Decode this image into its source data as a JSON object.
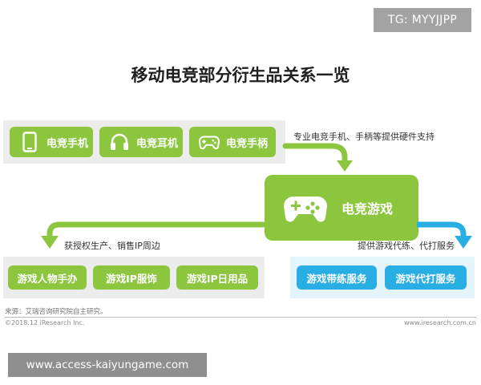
{
  "badge": {
    "text": "TG: MYYJJPP"
  },
  "title": "移动电竞部分衍生品关系一览",
  "hardware": {
    "items": [
      {
        "label": "电竞手机",
        "icon": "phone-icon"
      },
      {
        "label": "电竞耳机",
        "icon": "headphones-icon"
      },
      {
        "label": "电竞手柄",
        "icon": "gamepad-icon"
      }
    ],
    "note": "专业电竞手机、手柄等提供硬件支持"
  },
  "core": {
    "label": "电竞游戏",
    "icon": "controller-icon"
  },
  "licensing": {
    "note": "获授权生产、销售IP周边",
    "items": [
      "游戏人物手办",
      "游戏IP服饰",
      "游戏IP日用品"
    ]
  },
  "services": {
    "note": "提供游戏代练、代打服务",
    "items": [
      "游戏带练服务",
      "游戏代打服务"
    ]
  },
  "footer": {
    "source": "来源：艾瑞咨询研究院自主研究。",
    "copyright": "©2018.12 iResearch Inc.",
    "site": "www.iresearch.com.cn"
  },
  "watermark": {
    "text": "www.access-kaiyungame.com"
  },
  "colors": {
    "green": "#8cc63f",
    "blue": "#29aee4",
    "strip_gray": "#ececec",
    "strip_blue": "#e3f4fb"
  }
}
